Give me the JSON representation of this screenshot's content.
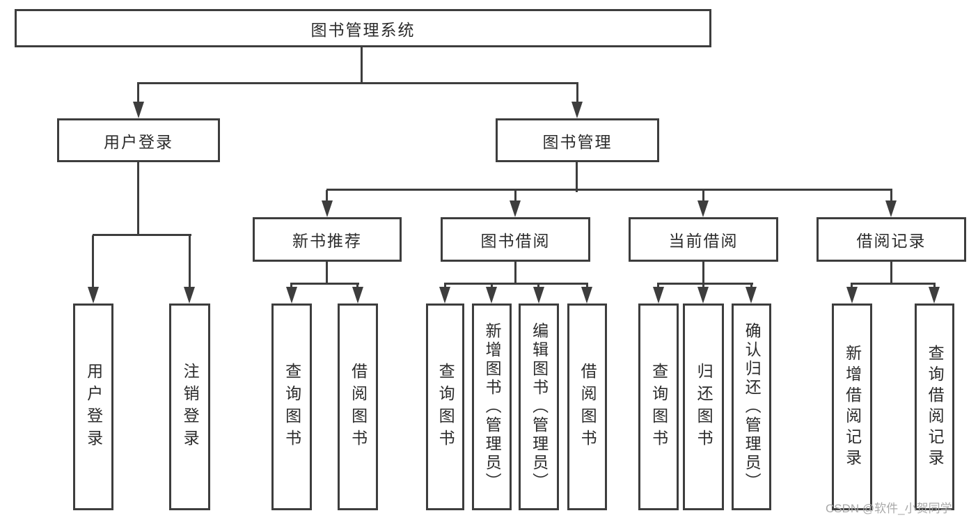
{
  "tree": {
    "root": {
      "label": "图书管理系统"
    },
    "level2": [
      {
        "label": "用户登录",
        "children": [
          {
            "label": "用户登录"
          },
          {
            "label": "注销登录"
          }
        ]
      },
      {
        "label": "图书管理",
        "children": [
          {
            "label": "新书推荐",
            "children": [
              {
                "label": "查询图书"
              },
              {
                "label": "借阅图书"
              }
            ]
          },
          {
            "label": "图书借阅",
            "children": [
              {
                "label": "查询图书"
              },
              {
                "label": "新增图书（管理员）"
              },
              {
                "label": "编辑图书（管理员）"
              },
              {
                "label": "借阅图书"
              }
            ]
          },
          {
            "label": "当前借阅",
            "children": [
              {
                "label": "查询图书"
              },
              {
                "label": "归还图书"
              },
              {
                "label": "确认归还（管理员）"
              }
            ]
          },
          {
            "label": "借阅记录",
            "children": [
              {
                "label": "新增借阅记录"
              },
              {
                "label": "查询借阅记录"
              }
            ]
          }
        ]
      }
    ]
  },
  "watermark": {
    "text": "CSDN @软件_小贺同学"
  },
  "colors": {
    "line": "#3d3d3d",
    "text": "#2b2b2b",
    "watermark": "#a9a9a9",
    "background": "#ffffff"
  }
}
